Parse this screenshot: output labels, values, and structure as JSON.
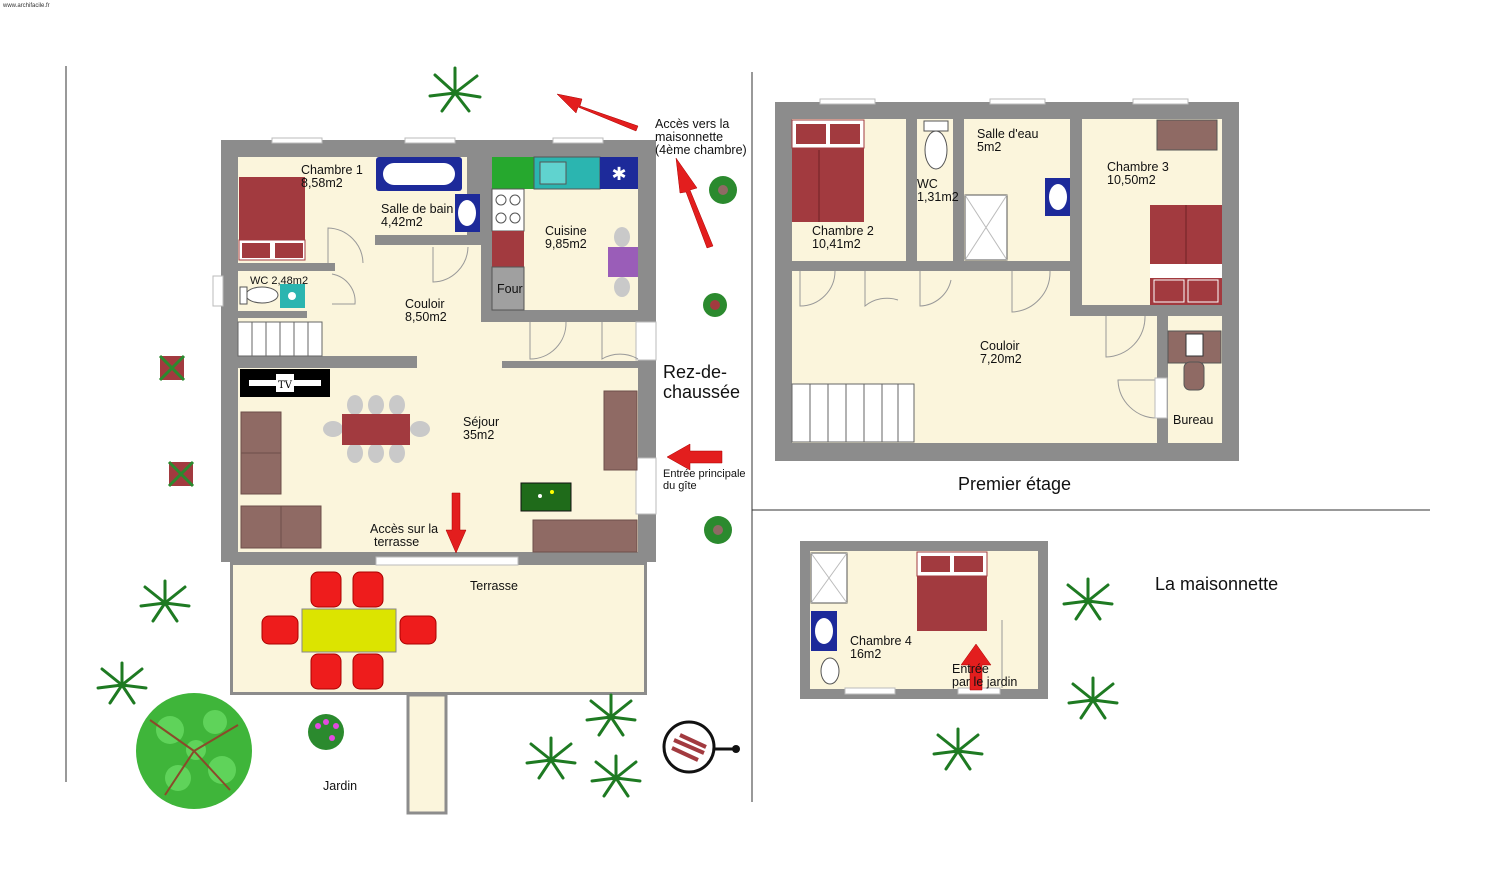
{
  "watermark": "www.archifacile.fr",
  "sections": {
    "ground": [
      "Rez-de-",
      "chaussée"
    ],
    "first": "Premier étage",
    "cottage": "La maisonnette"
  },
  "ground_rooms": {
    "bedroom1": {
      "name": "Chambre 1",
      "area": "8,58m2"
    },
    "bathroom": {
      "name": "Salle de bain",
      "area": "4,42m2"
    },
    "kitchen": {
      "name": "Cuisine",
      "area": "9,85m2"
    },
    "oven": "Four",
    "wc": "WC 2,48m2",
    "hallway": {
      "name": "Couloir",
      "area": "8,50m2"
    },
    "living": {
      "name": "Séjour",
      "area": "35m2"
    },
    "tv": "TV",
    "terrace": "Terrasse",
    "garden": "Jardin"
  },
  "first_rooms": {
    "bedroom2": {
      "name": "Chambre 2",
      "area": "10,41m2"
    },
    "wc": {
      "name": "WC",
      "area": "1,31m2"
    },
    "shower_room": {
      "name": "Salle d'eau",
      "area": "5m2"
    },
    "bedroom3": {
      "name": "Chambre 3",
      "area": "10,50m2"
    },
    "hallway": {
      "name": "Couloir",
      "area": "7,20m2"
    },
    "office": "Bureau"
  },
  "cottage_rooms": {
    "bedroom4": {
      "name": "Chambre 4",
      "area": "16m2"
    },
    "entrance": [
      "Entrée",
      "par le jardin"
    ]
  },
  "annotations": {
    "cottage_access": [
      "Accès vers la",
      "maisonnette",
      "(4ème chambre)"
    ],
    "main_entrance": [
      "Entrée principale",
      "du gîte"
    ],
    "terrace_access": [
      "Accès sur la",
      "terrasse"
    ]
  },
  "colors": {
    "wall": "#8c8c8c",
    "floor": "#fbf5dc",
    "bed": "#a23a3f",
    "sofa": "#8f6a64",
    "arrow": "#e31e1e",
    "plant": "#2b8a2e",
    "chair": "#ee1c1c",
    "table": "#dce400"
  }
}
